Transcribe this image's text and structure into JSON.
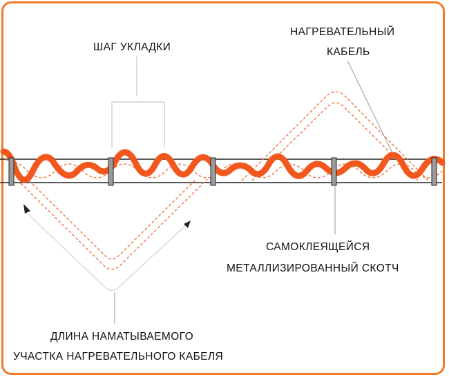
{
  "labels": {
    "laying_pitch": "ШАГ УКЛАДКИ",
    "heating_cable_line1": "НАГРЕВАТЕЛЬНЫЙ",
    "heating_cable_line2": "КАБЕЛЬ",
    "tape_line1": "САМОКЛЕЯЩЕЙСЯ",
    "tape_line2": "МЕТАЛЛИЗИРОВАННЫЙ СКОТЧ",
    "length_line1": "ДЛИНА НАМАТЫВАЕМОГО",
    "length_line2": "УЧАСТКА НАГРЕВАТЕЛЬНОГО КАБЕЛЯ"
  },
  "colors": {
    "frame": "#f07a2a",
    "cable": "#f2581e",
    "cable_dashed": "#f2794a",
    "pipe": "#222222",
    "clip": "#9b9b9b",
    "leader": "#a8a8a8",
    "text": "#111111"
  }
}
